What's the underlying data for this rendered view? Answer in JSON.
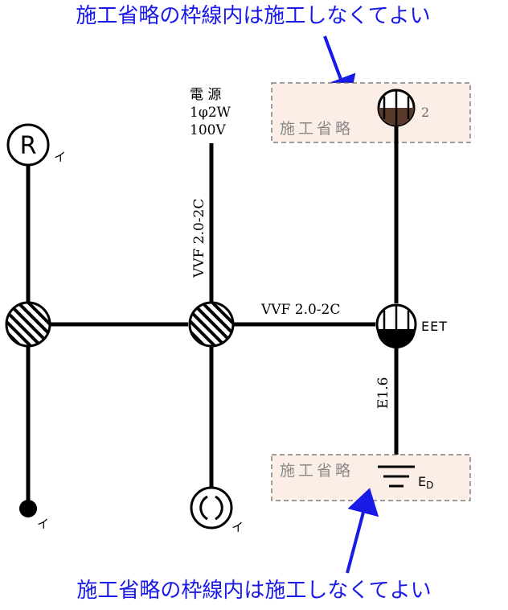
{
  "notes": {
    "top": "施工省略の枠線内は施工しなくてよい",
    "bottom": "施工省略の枠線内は施工しなくてよい"
  },
  "omit_label": "施工省略",
  "power_source": {
    "line1": "電 源",
    "line2": "1φ2W",
    "line3": "100V"
  },
  "cable_vertical": "VVF 2.0-2C",
  "cable_horizontal": "VVF 2.0-2C",
  "ground_cable": "E1.6",
  "outlet_count": "2",
  "eet_label": "EET",
  "ground_symbol": "E",
  "ground_subscript": "D",
  "receptacle_letter": "R",
  "switch_letter": "イ",
  "colors": {
    "note_text": "#1a1ae6",
    "arrow": "#1a1ae6",
    "omit_box_fill": "#fbeee6",
    "omit_label": "#8a8a8a",
    "line": "#000000"
  }
}
